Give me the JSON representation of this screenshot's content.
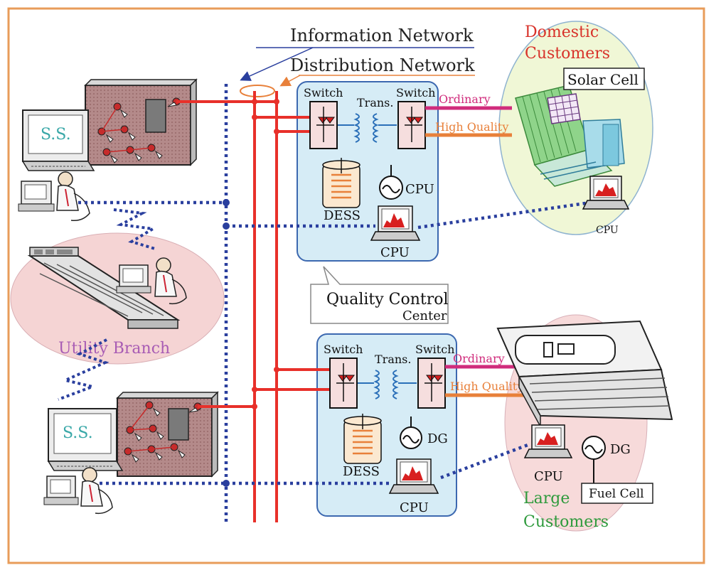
{
  "labels": {
    "information_network": "Information Network",
    "distribution_network": "Distribution Network",
    "domestic_line1": "Domestic",
    "domestic_line2": "Customers",
    "solar_cell": "Solar Cell",
    "switch": "Switch",
    "trans": "Trans.",
    "ordinary": "Ordinary",
    "high_quality": "High Quality",
    "dess": "DESS",
    "cpu": "CPU",
    "dg": "DG",
    "ss": "S.S.",
    "utility_branch": "Utility Branch",
    "qcc_line1": "Quality Control",
    "qcc_line2": "Center",
    "large_line1": "Large",
    "large_line2": "Customers",
    "fuel_cell": "Fuel Cell"
  },
  "colors": {
    "frame": "#e89c5a",
    "power_line": "#e8302a",
    "info_line": "#2a3f9e",
    "ordinary": "#d02c7c",
    "high_quality": "#e8803a",
    "domestic_title": "#d8322a",
    "utility_title": "#a85cb4",
    "large_title": "#2e9a3c",
    "ss_text": "#3aa8a8",
    "unit_panel": "#d6ecf6",
    "unit_border": "#3c68b0",
    "substation_panel": "#b78e8e",
    "domestic_bubble": "#f0f7d6",
    "utility_bubble": "#f5d4d4",
    "large_bubble": "#f7dada"
  }
}
